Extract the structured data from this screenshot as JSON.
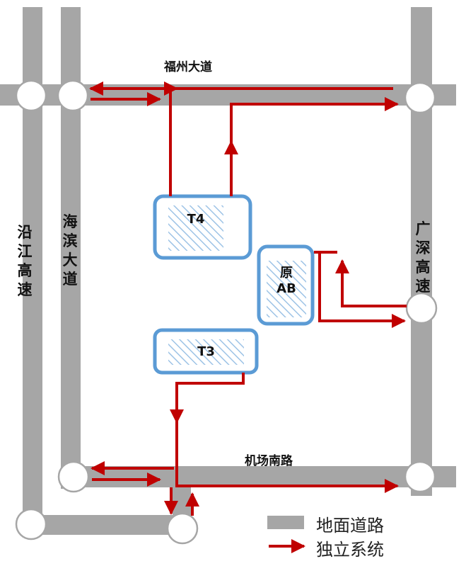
{
  "roads": {
    "coastal_expressway": "沿江高速",
    "haibin_avenue": "海滨大道",
    "guangshen_expressway": "广深高速",
    "fuzhou_avenue": "福州大道",
    "airport_south_road": "机场南路"
  },
  "terminals": {
    "t4": "T4",
    "t3": "T3",
    "ab": "原\nAB"
  },
  "legend": {
    "surface_road": "地面道路",
    "independent_system": "独立系统"
  },
  "colors": {
    "road": "#a6a6a6",
    "route": "#c00000",
    "terminal_border": "#5b9bd5",
    "terminal_hatch": "#9dc3e6",
    "node_fill": "#ffffff"
  }
}
